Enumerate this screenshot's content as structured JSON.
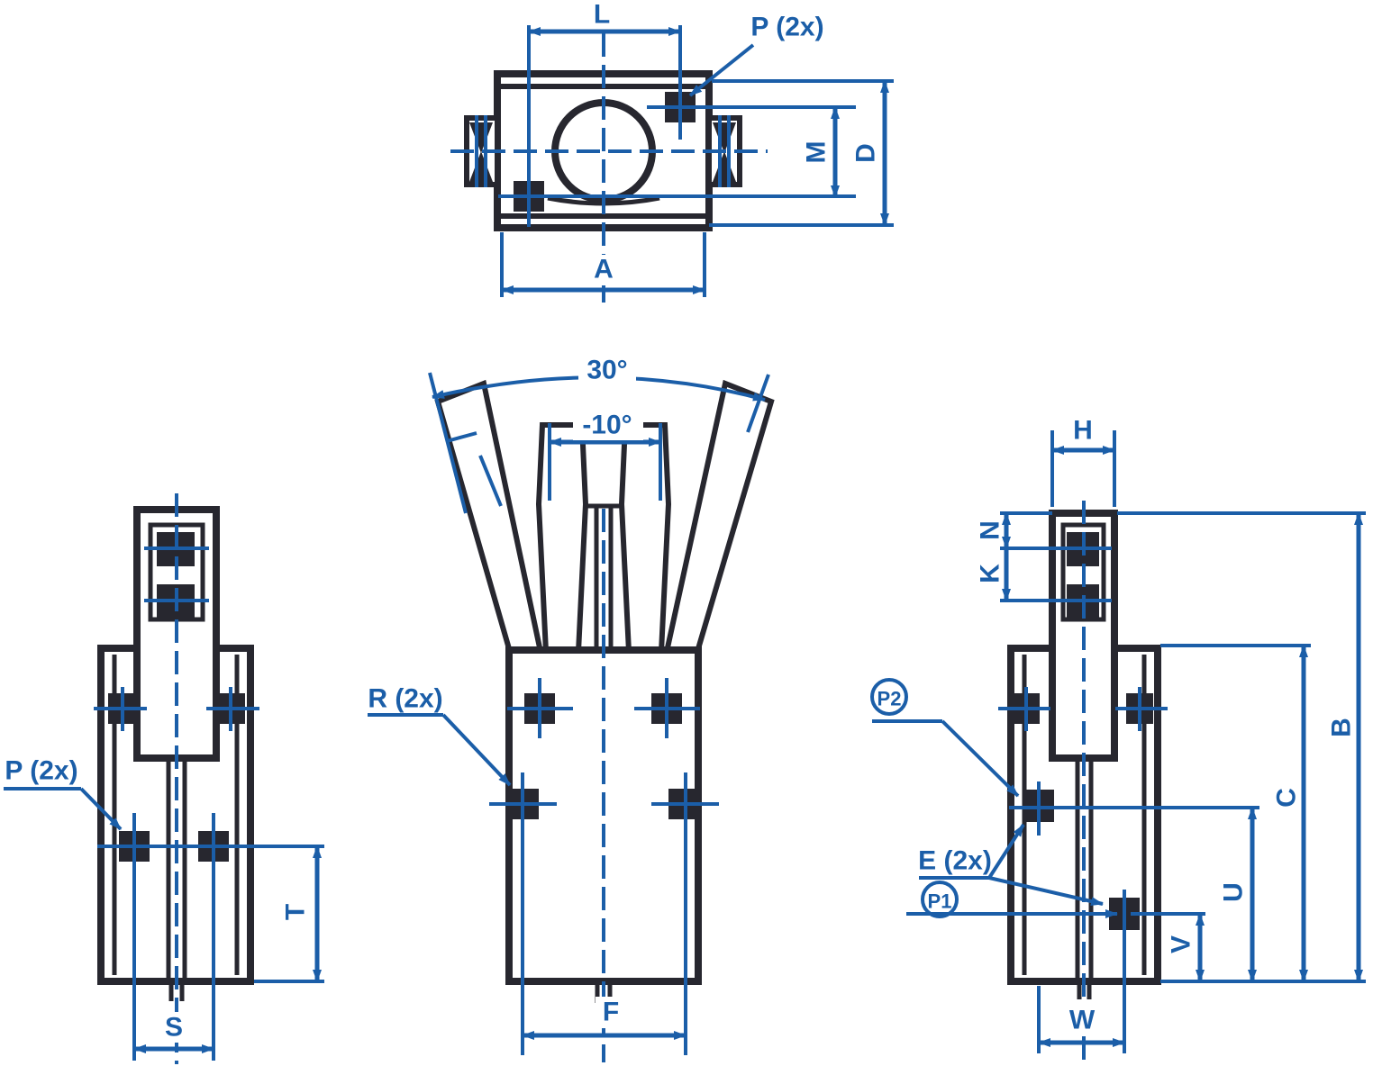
{
  "colors": {
    "dimension": "#1b5ea8",
    "outline": "#27272f",
    "background": "#ffffff"
  },
  "views": {
    "top": {
      "dims": {
        "L": "L",
        "A": "A",
        "M": "M",
        "D": "D"
      },
      "callouts": {
        "P": "P (2x)"
      }
    },
    "front": {
      "dims": {
        "open_angle": "30°",
        "closed_angle": "-10°",
        "F": "F"
      },
      "callouts": {
        "R": "R (2x)"
      }
    },
    "left": {
      "dims": {
        "T": "T",
        "S": "S"
      },
      "callouts": {
        "P": "P (2x)"
      }
    },
    "right": {
      "dims": {
        "H": "H",
        "N": "N",
        "K": "K",
        "B": "B",
        "C": "C",
        "U": "U",
        "V": "V",
        "W": "W"
      },
      "callouts": {
        "E": "E (2x)",
        "P1": "P1",
        "P2": "P2"
      }
    }
  }
}
